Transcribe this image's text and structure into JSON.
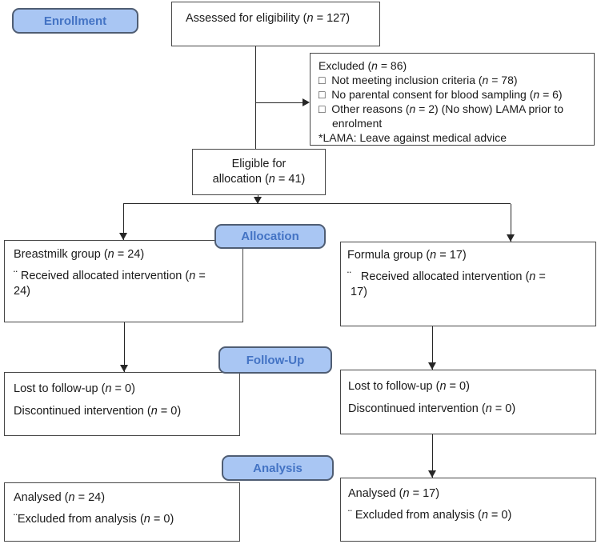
{
  "stage_labels": {
    "enrollment": "Enrollment",
    "allocation": "Allocation",
    "followup": "Follow-Up",
    "analysis": "Analysis"
  },
  "boxes": {
    "assessed": {
      "line1": "Assessed for eligibility (n = 127)"
    },
    "excluded": {
      "title": "Excluded (n = 86)",
      "bullet1": "□  Not meeting inclusion criteria (n = 78)",
      "bullet2": "□  No parental consent for blood sampling (n = 6)",
      "bullet3": "□  Other reasons (n = 2) (No show) LAMA prior to",
      "bullet3_wrap": "enrolment",
      "footnote": "*LAMA: Leave against medical advice"
    },
    "eligible": {
      "line1": "Eligible for",
      "line2": "allocation (n = 41)"
    },
    "breastmilk": {
      "title": "Breastmilk group (n = 24)",
      "bullet1": "¨ Received allocated intervention (n =",
      "bullet1_wrap": "24)"
    },
    "formula": {
      "title": "Formula group (n = 17)",
      "bullet1": "¨   Received allocated intervention (n =",
      "bullet1_wrap": " 17)"
    },
    "followup_left": {
      "line1": "Lost to follow-up (n = 0)",
      "line2": "Discontinued intervention (n = 0)"
    },
    "followup_right": {
      "line1": "Lost to follow-up (n = 0)",
      "line2": "Discontinued intervention (n = 0)"
    },
    "analysis_left": {
      "line1": "Analysed (n = 24)",
      "line2": "¨Excluded from analysis (n = 0)"
    },
    "analysis_right": {
      "line1": "Analysed (n = 17)",
      "line2": "¨ Excluded from analysis (n = 0)"
    }
  },
  "colors": {
    "stage_fill": "#a9c6f3",
    "stage_border": "#4f5d73",
    "stage_text": "#4373c4",
    "box_border": "#474747",
    "line_color": "#262626"
  }
}
